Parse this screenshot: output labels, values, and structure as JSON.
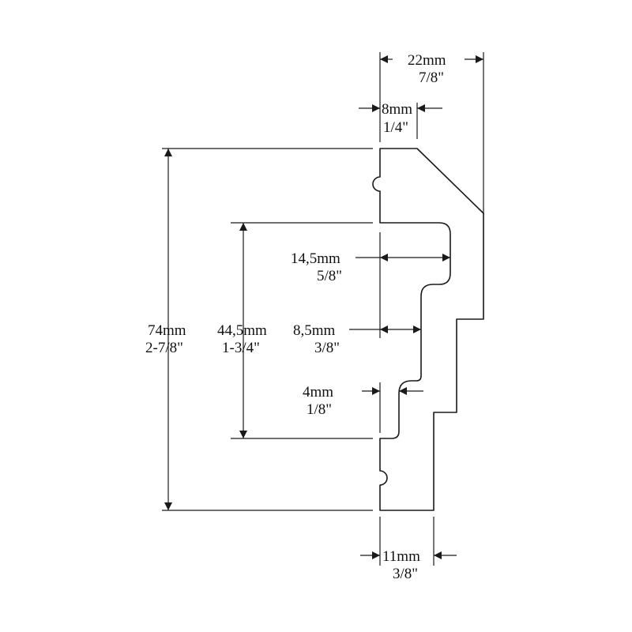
{
  "labels": {
    "top_width_mm": "22mm",
    "top_width_in": "7/8\"",
    "top_step_mm": "8mm",
    "top_step_in": "1/4\"",
    "height_mm": "74mm",
    "height_in": "2-7/8\"",
    "panel_height_mm": "44,5mm",
    "panel_height_in": "1-3/4\"",
    "lip_depth_mm": "14,5mm",
    "lip_depth_in": "5/8\"",
    "mid_depth_mm": "8,5mm",
    "mid_depth_in": "3/8\"",
    "groove_mm": "4mm",
    "groove_in": "1/8\"",
    "base_width_mm": "11mm",
    "base_width_in": "3/8\""
  }
}
